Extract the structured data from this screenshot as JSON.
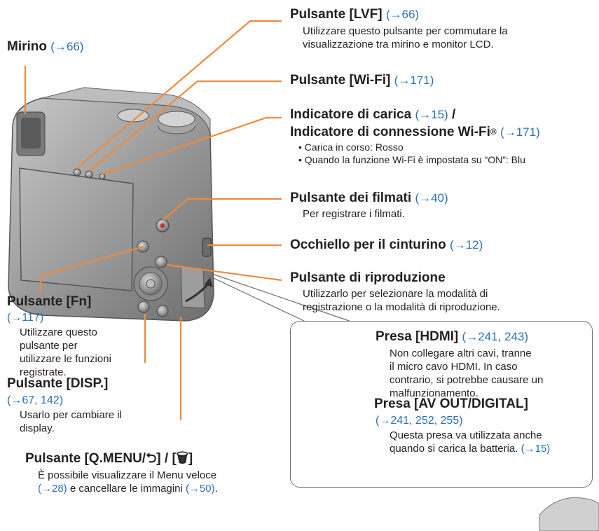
{
  "mirino": {
    "title": "Mirino",
    "ref": "(→66)"
  },
  "lvf": {
    "title": "Pulsante [LVF]",
    "ref": "(→66)",
    "desc": [
      "Utilizzare questo pulsante per commutare la",
      "visualizzazione tra mirino e monitor LCD."
    ]
  },
  "wifi": {
    "title": "Pulsante [Wi-Fi]",
    "ref": "(→171)"
  },
  "charge": {
    "title1": "Indicatore di carica",
    "ref1": "(→15)",
    "slash": "/",
    "title2": "Indicatore di connessione Wi-Fi",
    "reg": "®",
    "ref2": "(→171)",
    "bullets": [
      "• Carica in corso: Rosso",
      "• Quando la funzione Wi-Fi è impostata su “ON”: Blu"
    ]
  },
  "movie": {
    "title": "Pulsante dei filmati",
    "ref": "(→40)",
    "desc": "Per registrare i filmati."
  },
  "strap": {
    "title": "Occhiello per il cinturino",
    "ref": "(→12)"
  },
  "play": {
    "title": "Pulsante di riproduzione",
    "desc": [
      "Utilizzarlo per selezionare la modalità di",
      "registrazione o la modalità di riproduzione."
    ]
  },
  "fn": {
    "title": "Pulsante [Fn]",
    "ref": "(→117)",
    "desc": [
      "Utilizzare questo",
      "pulsante per",
      "utilizzare le funzioni",
      "registrate."
    ]
  },
  "disp": {
    "title": "Pulsante [DISP.]",
    "ref": "(→67, 142)",
    "desc": [
      "Usarlo per cambiare il",
      "display."
    ]
  },
  "qmenu": {
    "title": "Pulsante [Q.MENU/⮌] / [🗑]",
    "desc1": "È possibile visualizzare il Menu veloce",
    "ref_a": "(→28)",
    "desc2": " e cancellare le immagini ",
    "ref_b": "(→50)",
    "desc3": "."
  },
  "hdmi": {
    "title": "Presa [HDMI]",
    "ref": "(→241, 243)",
    "desc": [
      "Non collegare altri cavi, tranne",
      "il micro cavo HDMI. In caso",
      "contrario, si potrebbe causare un",
      "malfunzionamento."
    ]
  },
  "avout": {
    "title": "Presa [AV OUT/DIGITAL]",
    "ref": "(→241, 252, 255)",
    "desc1": "Questa presa va utilizzata anche",
    "desc2": "quando si carica la batteria. ",
    "ref2": "(→15)"
  },
  "colors": {
    "leader": "#f08a3c",
    "link": "#2a6fb8",
    "text": "#231f20"
  }
}
